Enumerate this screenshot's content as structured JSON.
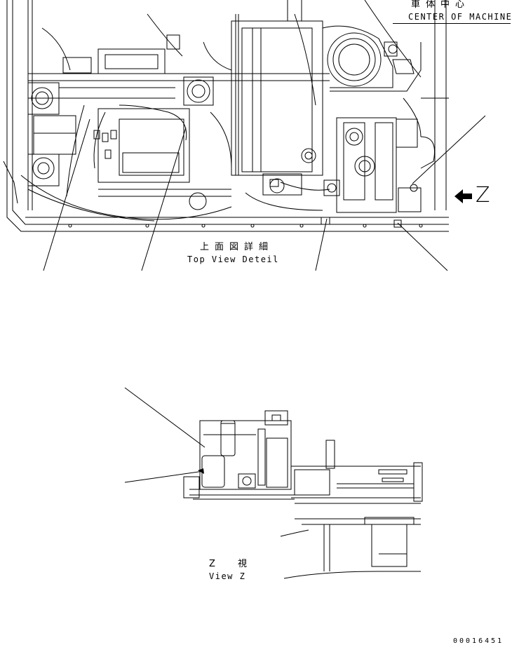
{
  "center_of_machine": {
    "ja": "車体中心",
    "en": "CENTER OF MACHINE"
  },
  "top_view": {
    "ja": "上面図詳細",
    "en": "Top View Deteil"
  },
  "view_z": {
    "ja": "Z 視",
    "en": "View Z"
  },
  "arrow_label": "Z",
  "drawing_code": "00016451"
}
